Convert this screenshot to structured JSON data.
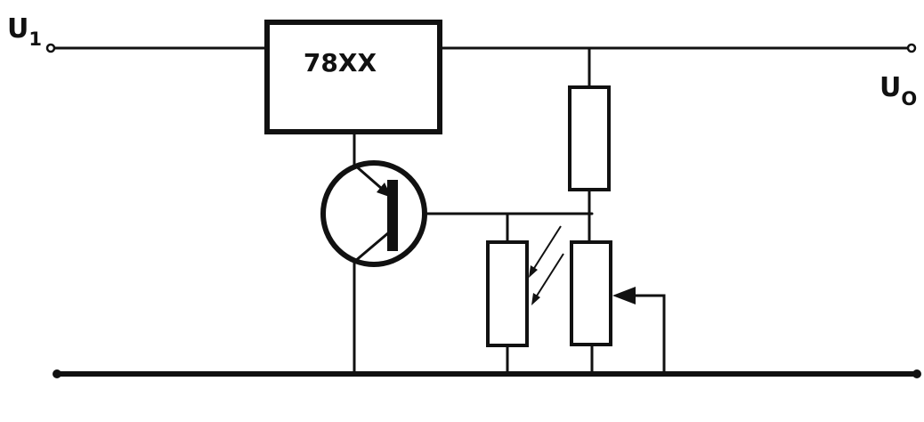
{
  "regulator": {
    "label": "78XX"
  },
  "terminals": {
    "input": {
      "label": "U",
      "subscript": "1"
    },
    "output": {
      "label": "U",
      "subscript": "O"
    }
  },
  "colors": {
    "ink": "#111111",
    "background": "#ffffff"
  }
}
